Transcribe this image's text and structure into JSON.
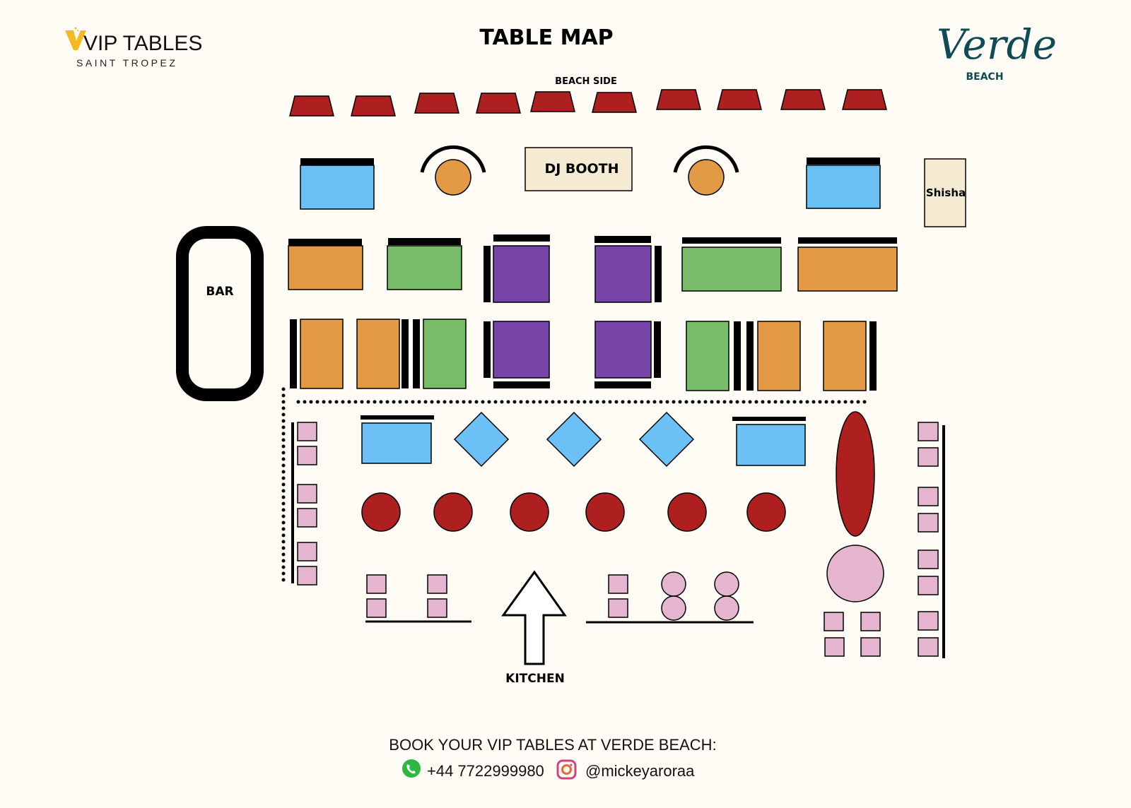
{
  "header": {
    "title": "TABLE MAP",
    "beach_side_label": "BEACH SIDE"
  },
  "logo_left": {
    "brand": "VIP TABLES",
    "subtitle": "SAINT TROPEZ",
    "accent_color": "#F5B921"
  },
  "logo_right": {
    "brand": "Verde",
    "subtitle": "BEACH",
    "color": "#0F4A55"
  },
  "map": {
    "dj_booth_label": "DJ BOOTH",
    "shisha_label": "Shisha",
    "bar_label": "BAR",
    "kitchen_label": "KITCHEN",
    "colors": {
      "red": "#AE1F1F",
      "blue": "#6BC1F5",
      "orange": "#E39A45",
      "green": "#78BC6A",
      "purple": "#7644A6",
      "pink": "#E5B5CF",
      "cream": "#F5EBD3"
    }
  },
  "footer": {
    "cta": "BOOK  YOUR VIP TABLES AT VERDE BEACH:",
    "phone_icon": "whatsapp-icon",
    "phone": "+44 7722999980",
    "social_icon": "instagram-icon",
    "handle": "@mickeyaroraa"
  }
}
